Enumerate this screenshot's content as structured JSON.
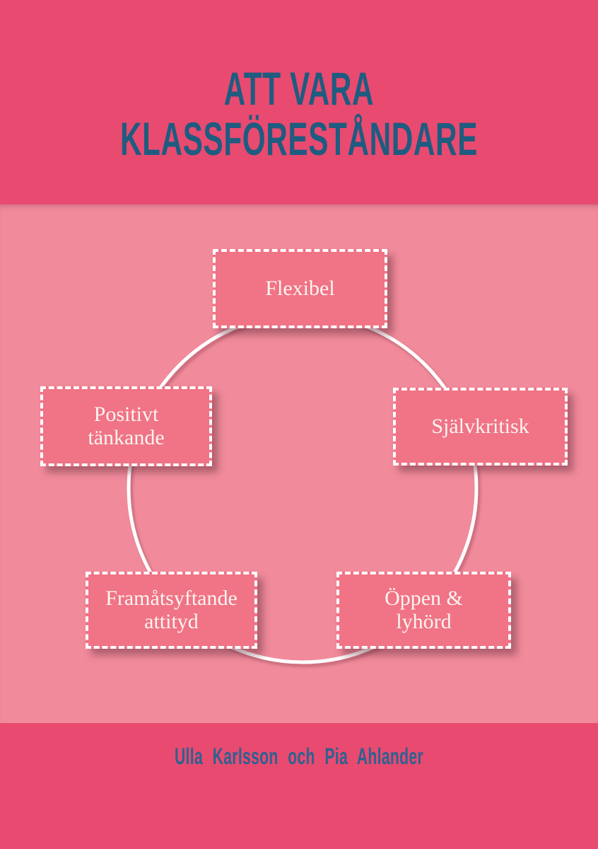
{
  "cover": {
    "title_line1": "ATT VARA",
    "title_line2": "KLASSFÖRESTÅNDARE",
    "authors": "Ulla Karlsson och Pia Ahlander"
  },
  "diagram": {
    "shape": "cycle-circle",
    "nodes": [
      {
        "name": "flexibel",
        "line1": "Flexibel",
        "line2": ""
      },
      {
        "name": "sjalvkritisk",
        "line1": "Självkritisk",
        "line2": ""
      },
      {
        "name": "oppen-lyhord",
        "line1": "Öppen &",
        "line2": "lyhörd"
      },
      {
        "name": "framatsyftande-attityd",
        "line1": "Framåtsyftande",
        "line2": "attityd"
      },
      {
        "name": "positivt-tankande",
        "line1": "Positivt",
        "line2": "tänkande"
      }
    ]
  },
  "colors": {
    "band": "#E94A70",
    "panel": "#F18B9B",
    "node_fill": "#F07386",
    "node_border": "#FFFFFF",
    "node_text": "#FCF4F0",
    "circle": "#FFFFFF",
    "title_text": "#1E5C80",
    "authors_text": "#2E6190"
  }
}
